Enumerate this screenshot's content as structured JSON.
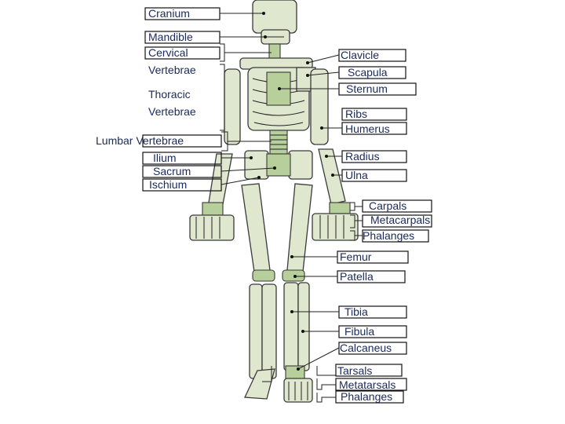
{
  "labels": {
    "cranium": "Cranium",
    "mandible": "Mandible",
    "cervical_1": "Cervical",
    "cervical_2": "Vertebrae",
    "thoracic_1": "Thoracic",
    "thoracic_2": "Vertebrae",
    "lumbar": "Lumbar Vertebrae",
    "ilium": "Ilium",
    "sacrum": "Sacrum",
    "ischium": "Ischium",
    "clavicle": "Clavicle",
    "scapula": "Scapula",
    "sternum": "Sternum",
    "ribs": "Ribs",
    "humerus": "Humerus",
    "radius": "Radius",
    "ulna": "Ulna",
    "carpals": "Carpals",
    "metacarpals": "Metacarpals",
    "hand_phalanges": "Phalanges",
    "femur": "Femur",
    "patella": "Patella",
    "tibia": "Tibia",
    "fibula": "Fibula",
    "calcaneus": "Calcaneus",
    "tarsals": "Tarsals",
    "metatarsals": "Metatarsals",
    "foot_phalanges": "Phalanges"
  },
  "colors": {
    "bone_fill": "#dfe8cf",
    "bone_accent": "#b7cf9a",
    "outline": "#3a3a3a",
    "label_text": "#1a2a5a"
  }
}
